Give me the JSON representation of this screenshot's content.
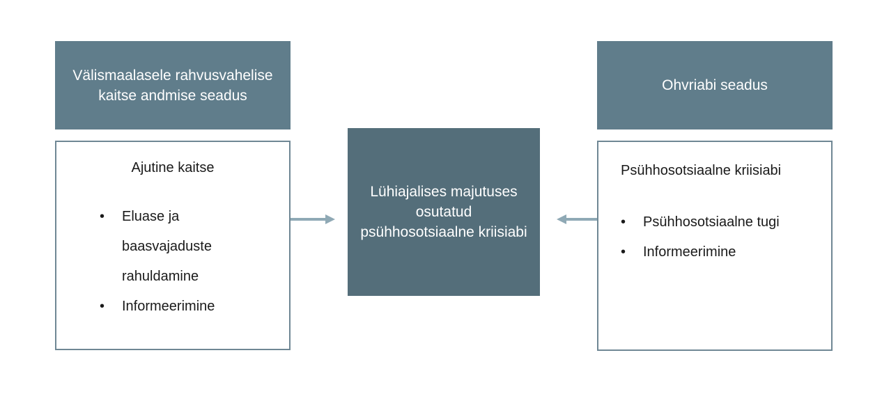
{
  "left": {
    "header": "Välismaalasele rahvusvahelise kaitse andmise seadus",
    "title": "Ajutine kaitse",
    "items": [
      "Eluase ja baasvajaduste rahuldamine",
      "Informeerimine"
    ]
  },
  "center": {
    "label": "Lühiajalises majutuses osutatud psühhosotsiaalne kriisiabi"
  },
  "right": {
    "header": "Ohvriabi seadus",
    "title": "Psühhosotsiaalne kriisiabi",
    "items": [
      "Psühhosotsiaalne tugi",
      "Informeerimine"
    ]
  },
  "colors": {
    "header_fill": "#607d8b",
    "center_fill": "#546e7a",
    "border": "#6f8794",
    "arrow": "#8fa9b5"
  }
}
